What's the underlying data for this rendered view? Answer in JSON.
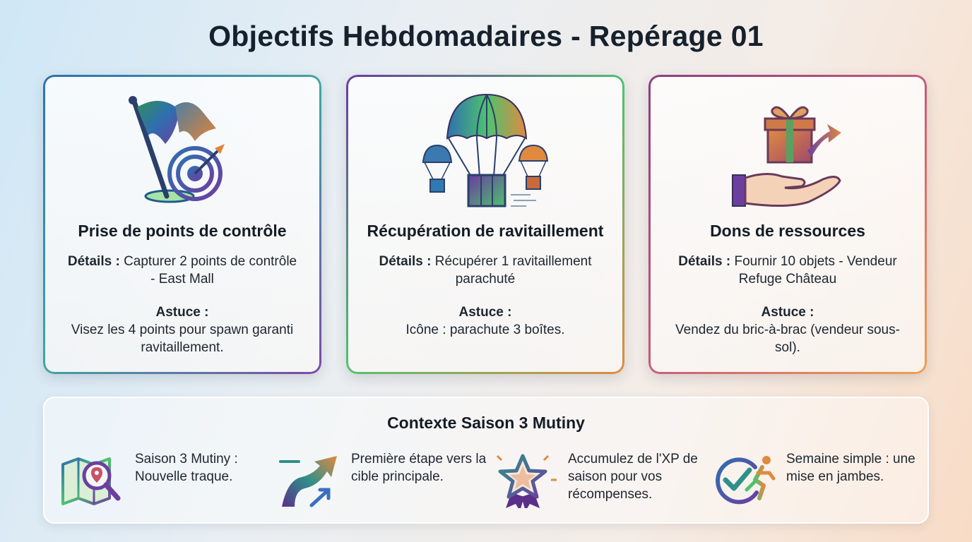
{
  "title": "Objectifs Hebdomadaires - Repérage 01",
  "cards": [
    {
      "title": "Prise de points de contrôle",
      "details_label": "Détails :",
      "details": "Capturer 2 points de contrôle - East Mall",
      "tip_label": "Astuce :",
      "tip": "Visez les 4 points pour spawn garanti ravitaillement.",
      "icon": "flag-target-icon"
    },
    {
      "title": "Récupération de ravitaillement",
      "details_label": "Détails :",
      "details": "Récupérer 1 ravitaillement parachuté",
      "tip_label": "Astuce :",
      "tip": "Icône : parachute 3 boîtes.",
      "icon": "parachute-crates-icon"
    },
    {
      "title": "Dons de ressources",
      "details_label": "Détails :",
      "details": "Fournir 10 objets - Vendeur Refuge Château",
      "tip_label": "Astuce :",
      "tip": "Vendez du bric-à-brac (vendeur sous-sol).",
      "icon": "hand-gift-icon"
    }
  ],
  "context": {
    "title": "Contexte Saison 3 Mutiny",
    "items": [
      {
        "text": "Saison 3 Mutiny : Nouvelle traque.",
        "icon": "map-search-icon"
      },
      {
        "text": "Première étape vers la cible principale.",
        "icon": "trend-arrow-icon"
      },
      {
        "text": "Accumulez de l'XP de saison pour vos récompenses.",
        "icon": "star-badge-icon"
      },
      {
        "text": "Semaine simple : une mise en jambes.",
        "icon": "check-runner-icon"
      }
    ]
  }
}
